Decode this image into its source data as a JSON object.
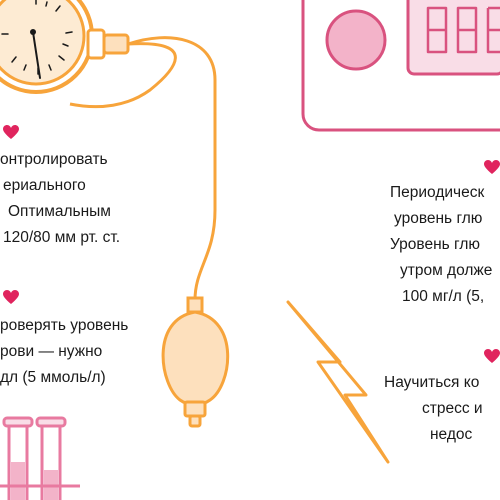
{
  "colors": {
    "orange": "#f7a43b",
    "orange_fill": "#fde0bd",
    "pink": "#d9527f",
    "pink_light": "#f3b3c9",
    "pink_fill": "#f9dde7",
    "heart": "#e0245e",
    "text": "#1a1a1a"
  },
  "tips": {
    "pressure": {
      "icon": "heart-icon",
      "lines": [
        "онтролировать",
        "ериального",
        "Оптимальным",
        "120/80 мм рт. ст."
      ]
    },
    "glucose_left": {
      "icon": "heart-icon",
      "lines": [
        "роверять уровень",
        "рови — нужно",
        "дл (5 ммоль/л)"
      ]
    },
    "glucose_right": {
      "icon": "heart-icon",
      "lines": [
        "Периодическ",
        "уровень глю",
        "Уровень глю",
        "утром долже",
        "100 мг/л (5,"
      ]
    },
    "stress": {
      "icon": "heart-icon",
      "lines": [
        "Научиться ко",
        "стресс и",
        "недос"
      ]
    }
  },
  "illustrations": {
    "tonometer": "tonometer-icon",
    "glucometer": "glucometer-icon",
    "test_tubes": "test-tubes-icon",
    "lightning": "lightning-icon"
  }
}
